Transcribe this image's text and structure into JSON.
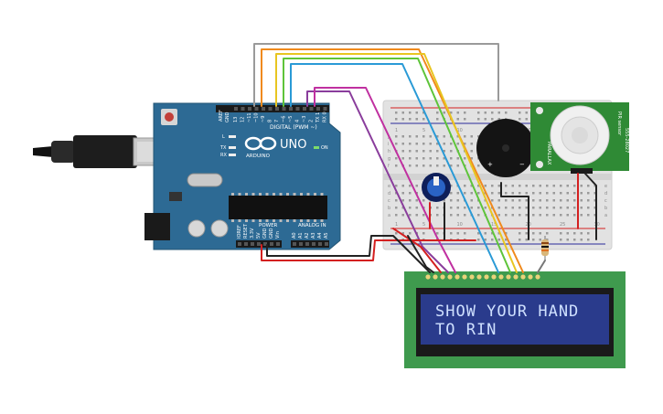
{
  "arduino": {
    "logo_text": "UNO",
    "brand": "ARDUINO",
    "digital_header": "DIGITAL (PWM ~)",
    "power_header": "POWER",
    "analog_header": "ANALOG IN",
    "on_label": "ON",
    "l_label": "L",
    "tx_label": "TX",
    "rx_label": "RX",
    "aref": "AREF",
    "gnd": "GND",
    "digital_pins": [
      "13",
      "12",
      "~11",
      "~10",
      "~9",
      "8",
      "7",
      "~6",
      "~5",
      "4",
      "~3",
      "2",
      "TX 1",
      "RX 0"
    ],
    "power_pins": [
      "IOREF",
      "RESET",
      "3.3V",
      "5V",
      "GND",
      "GND",
      "Vin"
    ],
    "analog_pins": [
      "A0",
      "A1",
      "A2",
      "A3",
      "A4",
      "A5"
    ]
  },
  "breadboard": {
    "row_letters_top": [
      "j",
      "i",
      "h",
      "g",
      "f"
    ],
    "row_letters_bottom": [
      "e",
      "d",
      "c",
      "b",
      "a"
    ],
    "col_numbers": [
      "1",
      "5",
      "10",
      "15",
      "20",
      "25",
      "30"
    ]
  },
  "pir": {
    "label1": "PIR sensor",
    "label2": "555-28027",
    "label3": "PARALLAX"
  },
  "lcd": {
    "line1": "SHOW YOUR HAND",
    "line2": "TO RIN"
  },
  "colors": {
    "arduino_board": "#2d6a94",
    "breadboard": "#e2e2e2",
    "lcd_pcb": "#3f9a4e",
    "lcd_screen": "#2a3b8c",
    "pir_pcb": "#2f8a35",
    "wire_orange": "#f08a1d",
    "wire_yellow": "#e8c521",
    "wire_green": "#5ec43a",
    "wire_blue": "#2a9ad6",
    "wire_purple": "#8a3d9c",
    "wire_magenta": "#c030a0",
    "wire_red": "#d42020",
    "wire_black": "#222222",
    "wire_gray": "#9a9a9a"
  }
}
